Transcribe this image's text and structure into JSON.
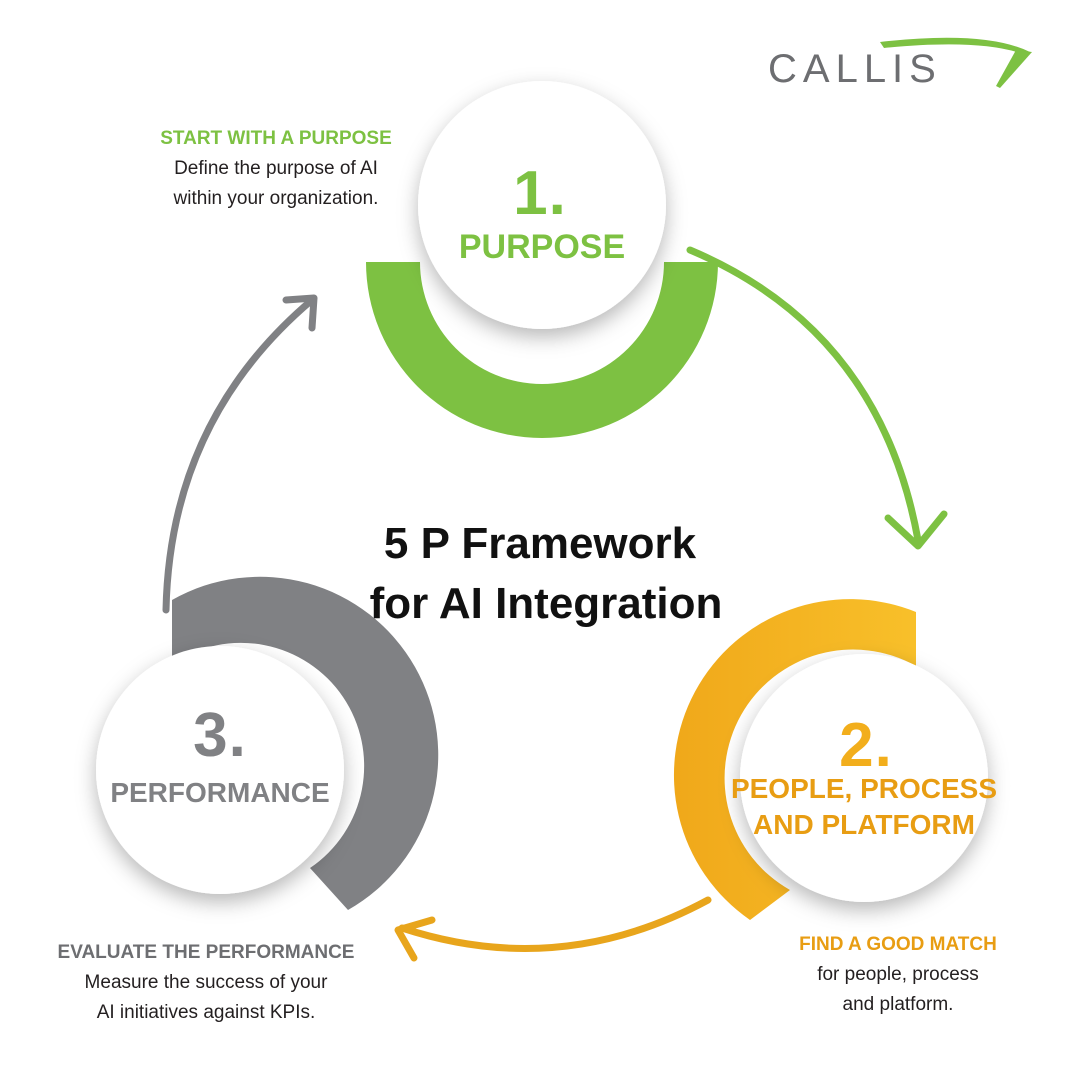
{
  "brand": {
    "name": "CALLIS",
    "color": "#6d6e71",
    "accent": "#7dc142"
  },
  "title": {
    "line1": "5 P Framework",
    "line2": "for AI Integration"
  },
  "colors": {
    "green": "#7dc142",
    "yellow": "#f2ae1c",
    "gray": "#808184",
    "text": "#231f20"
  },
  "steps": [
    {
      "number": "1.",
      "label_lines": [
        "PURPOSE"
      ],
      "caption_title": "START WITH A PURPOSE",
      "caption_lines": [
        "Define the purpose of AI",
        "within your organization."
      ],
      "color": "#7dc142"
    },
    {
      "number": "2.",
      "label_lines": [
        "PEOPLE, PROCESS",
        "AND PLATFORM"
      ],
      "caption_title": "FIND A GOOD MATCH",
      "caption_lines": [
        "for people, process",
        "and platform."
      ],
      "color": "#f2ae1c"
    },
    {
      "number": "3.",
      "label_lines": [
        "PERFORMANCE"
      ],
      "caption_title": "EVALUATE THE PERFORMANCE",
      "caption_lines": [
        "Measure the success of your",
        "AI initiatives against KPIs."
      ],
      "color": "#808184"
    }
  ]
}
